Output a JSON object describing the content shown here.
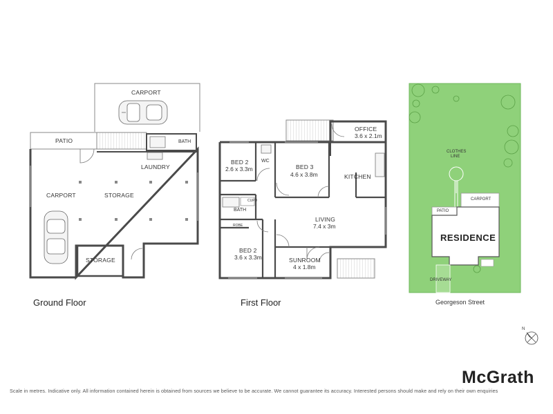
{
  "ground_floor": {
    "title": "Ground Floor",
    "rooms": {
      "carport_top": "CARPORT",
      "patio": "PATIO",
      "bath": "BATH",
      "laundry": "LAUNDRY",
      "carport_left": "CARPORT",
      "storage_main": "STORAGE",
      "storage_small": "STORAGE"
    }
  },
  "first_floor": {
    "title": "First Floor",
    "rooms": {
      "office": {
        "name": "OFFICE",
        "size": "3.6 x 2.1m"
      },
      "bed2_top": {
        "name": "BED 2",
        "size": "2.6 x 3.3m"
      },
      "wc": "WC",
      "bed3": {
        "name": "BED 3",
        "size": "4.6 x 3.8m"
      },
      "kitchen": "KITCHEN",
      "cupd": "CUPD",
      "bath": "BATH",
      "robe": "ROBE",
      "living": {
        "name": "LIVING",
        "size": "7.4 x 3m"
      },
      "bed2_bottom": {
        "name": "BED 2",
        "size": "3.6 x 3.3m"
      },
      "sunroom": {
        "name": "SUNROOM",
        "size": "4 x 1.8m"
      }
    }
  },
  "site_plan": {
    "clothes_line": [
      "CLOTHES",
      "LINE"
    ],
    "carport": "CARPORT",
    "patio": "PATIO",
    "residence": "RESIDENCE",
    "driveway": "DRIVEWAY",
    "street": "Georgeson Street",
    "north": "N",
    "colors": {
      "lawn": "#8fd17a",
      "lawn_border": "#6fb85c",
      "building": "#ffffff"
    }
  },
  "brand": "McGrath",
  "disclaimer": "Scale in metres. Indicative only. All information contained herein is obtained from sources we believe to be accurate. We cannot guarantee its accuracy. Interested persons should make and rely on their own enquiries"
}
